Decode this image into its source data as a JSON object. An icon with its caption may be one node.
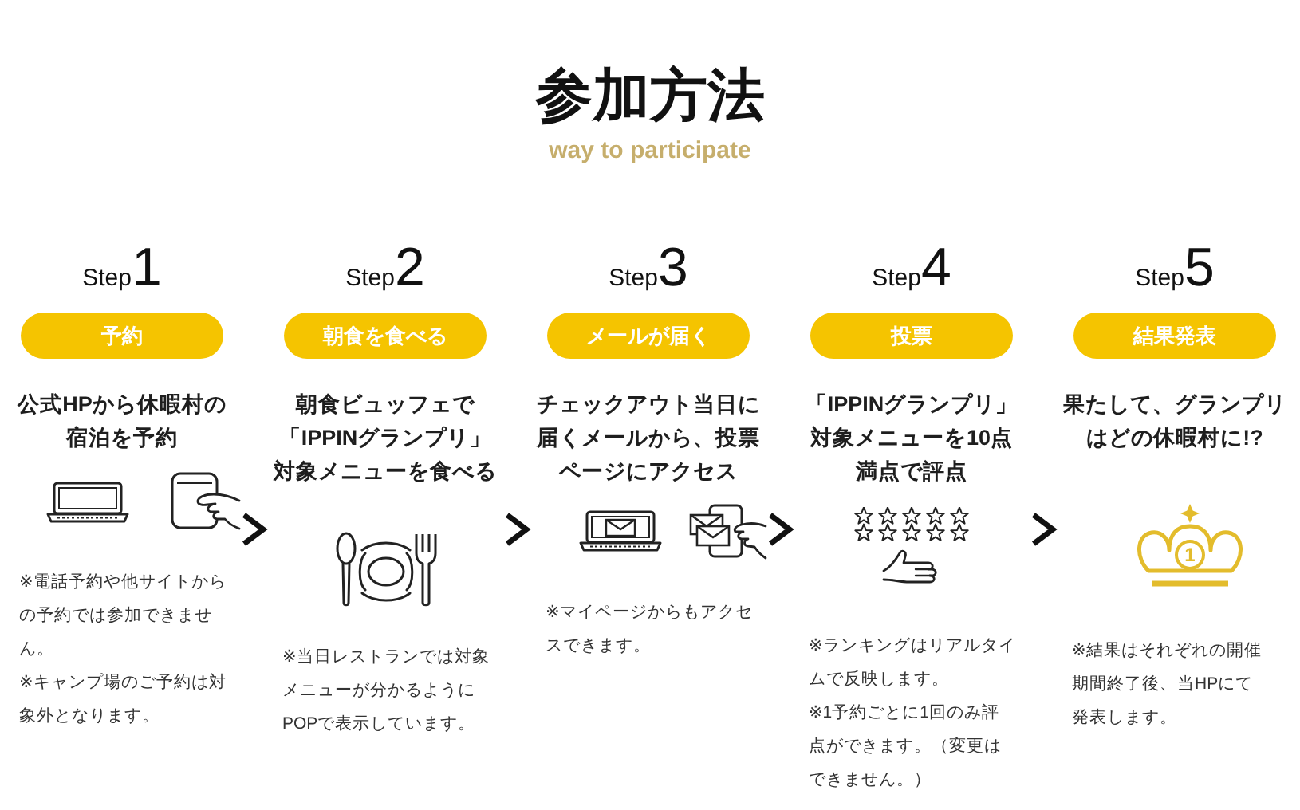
{
  "diagram": {
    "title": "参加方法",
    "nodes": [
      {
        "text": [
          "Step1",
          "予約",
          "公式HPから休暇村の宿泊を予約",
          "※電話予約や他サイトからの予約では参加できません。",
          "※キャンプ場のご予約は対象外となります。"
        ]
      },
      {
        "text": [
          "Step2",
          "朝食を食べる",
          "朝食ビュッフェで「IPPINグランプリ」対象メニューを食べる",
          "※当日レストランでは対象メニューが分かるようにPOPで表示しています。"
        ]
      },
      {
        "text": [
          "Step3",
          "メールが届く",
          "チェックアウト当日に届くメールから、投票ページにアクセス",
          "※マイページからもアクセスできます。"
        ]
      },
      {
        "text": [
          "Step4",
          "投票",
          "「IPPINグランプリ」対象メニューを10点満点で評点",
          "※ランキングはリアルタイムで反映します。",
          "※1予約ごとに1回のみ評点ができます。（変更はできません。）"
        ]
      },
      {
        "text": [
          "Step5",
          "結果発表",
          "果たして、グランプリはどの休暇村に!?",
          "※結果はそれぞれの開催期間終了後、当HPにて発表します。"
        ]
      }
    ],
    "edges": [
      {
        "from": 0,
        "to": 1,
        "arrow": "to"
      },
      {
        "from": 1,
        "to": 2,
        "arrow": "to"
      },
      {
        "from": 2,
        "to": 3,
        "arrow": "to"
      },
      {
        "from": 3,
        "to": 4,
        "arrow": "to"
      }
    ],
    "labels": [
      "way to participate",
      "1"
    ]
  }
}
